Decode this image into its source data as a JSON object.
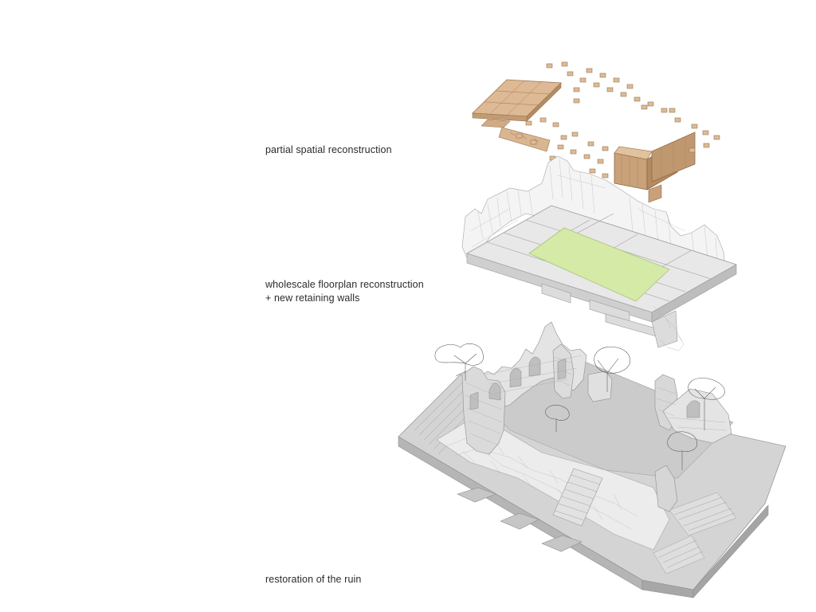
{
  "layers": [
    {
      "id": "top",
      "label": "partial spatial reconstruction"
    },
    {
      "id": "middle",
      "label_line1": "wholescale floorplan reconstruction",
      "label_line2": "+ new retaining walls"
    },
    {
      "id": "bottom",
      "label": "restoration of the ruin"
    }
  ],
  "colors": {
    "timber": "#d8b48f",
    "timber_dark": "#b88e66",
    "lawn": "#d6eaa8",
    "wireframe": "#9a9a9a",
    "terrain": "#c9c9c9",
    "terrain_dark": "#a9a9a9"
  }
}
